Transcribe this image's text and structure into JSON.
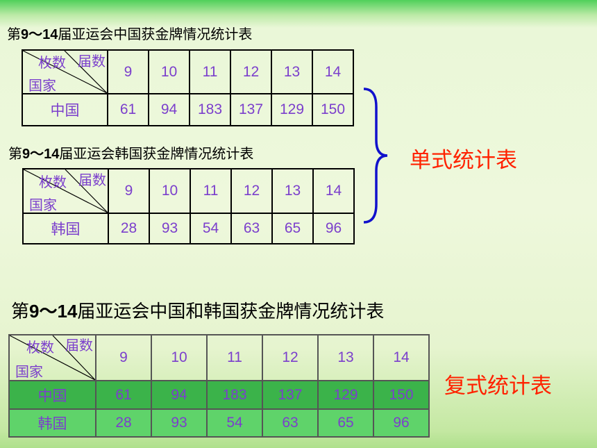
{
  "table1": {
    "title_prefix": "第",
    "title_range": "9～14",
    "title_suffix": "届亚运会中国获金牌情况统计表",
    "header_top_right": "届数",
    "header_mid_left": "枚数",
    "header_bottom_left": "国家",
    "sessions": [
      "9",
      "10",
      "11",
      "12",
      "13",
      "14"
    ],
    "rows": [
      {
        "country": "中国",
        "values": [
          "61",
          "94",
          "183",
          "137",
          "129",
          "150"
        ]
      }
    ]
  },
  "table2": {
    "title_prefix": "第",
    "title_range": "9～14",
    "title_suffix": "届亚运会韩国获金牌情况统计表",
    "header_top_right": "届数",
    "header_mid_left": "枚数",
    "header_bottom_left": "国家",
    "sessions": [
      "9",
      "10",
      "11",
      "12",
      "13",
      "14"
    ],
    "rows": [
      {
        "country": "韩国",
        "values": [
          "28",
          "93",
          "54",
          "63",
          "65",
          "96"
        ]
      }
    ]
  },
  "table3": {
    "title_prefix": "第",
    "title_range": "9～14",
    "title_suffix": "届亚运会中国和韩国获金牌情况统计表",
    "header_top_right": "届数",
    "header_mid_left": "枚数",
    "header_bottom_left": "国家",
    "sessions": [
      "9",
      "10",
      "11",
      "12",
      "13",
      "14"
    ],
    "rows": [
      {
        "country": "中国",
        "values": [
          "61",
          "94",
          "183",
          "137",
          "129",
          "150"
        ]
      },
      {
        "country": "韩国",
        "values": [
          "28",
          "93",
          "54",
          "63",
          "65",
          "96"
        ]
      }
    ]
  },
  "labels": {
    "single": "单式统计表",
    "compound": "复式统计表"
  },
  "colors": {
    "value_text": "#7b3fcc",
    "label_red": "#ff2200",
    "brace_blue": "#1111cc",
    "row_china_bg": "#3bb34a",
    "row_korea_bg": "#5fd36a"
  }
}
